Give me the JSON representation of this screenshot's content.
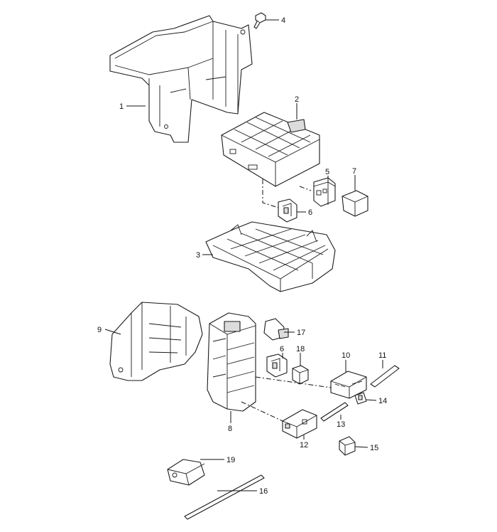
{
  "callouts": [
    "1",
    "2",
    "3",
    "4",
    "5",
    "6",
    "6",
    "7",
    "8",
    "9",
    "10",
    "11",
    "12",
    "13",
    "14",
    "15",
    "16",
    "17",
    "18",
    "19"
  ]
}
